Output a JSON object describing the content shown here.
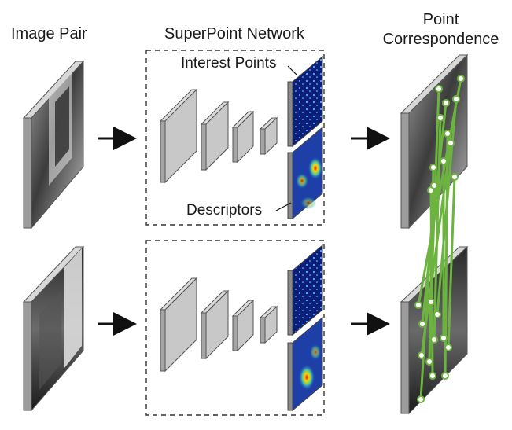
{
  "labels": {
    "image_pair": "Image Pair",
    "network": "SuperPoint Network",
    "correspondence_line1": "Point",
    "correspondence_line2": "Correspondence",
    "interest_points": "Interest Points",
    "descriptors": "Descriptors"
  },
  "colors": {
    "background": "#ffffff",
    "layer_face": "#c8c8c8",
    "layer_side": "#a6a6a6",
    "layer_stroke": "#555555",
    "heatmap_dark": "#0b1f7a",
    "heatmap_mid": "#2b8fd6",
    "heatmap_hot": "#ffd400",
    "heatmap_peak": "#d42a1a",
    "match_line": "#6db33f",
    "match_point_fill": "#ffffff",
    "arrow": "#111111",
    "dashed_box": "#333333"
  },
  "icons": {
    "photo_frame": "image-thumbnail-icon",
    "arrow": "arrow-right-icon"
  },
  "diagram": {
    "rows": 2,
    "conv_layers_per_row": 4,
    "outputs_per_row": [
      "interest-point-heatmap",
      "descriptor-heatmap"
    ],
    "correspondence_matches": 12
  }
}
